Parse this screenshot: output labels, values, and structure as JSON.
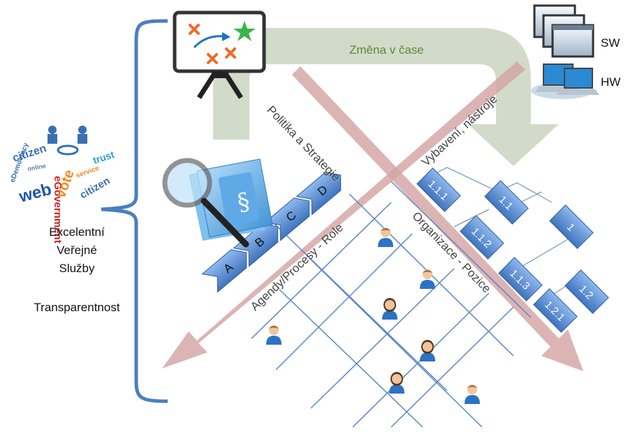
{
  "left_panel": {
    "line1": "Excelentní",
    "line2": "Veřejné",
    "line3": "Služby",
    "line4": "Transparentnost"
  },
  "change_label": "Změna v čase",
  "arrows": {
    "politics": "Politika a Strategie",
    "equipment": "Vybavení, nástroje",
    "agenda": "Agendy/Procesy - Role",
    "organization": "Organizace - Pozice"
  },
  "tech": {
    "sw": "SW",
    "hw": "HW"
  },
  "process_steps": [
    "A",
    "B",
    "C",
    "D"
  ],
  "org_boxes": [
    "1.1.1",
    "1.1.2",
    "1.1.3",
    "1.2.1",
    "1.1",
    "1.2",
    "1"
  ],
  "word_cloud": [
    "citizen",
    "eDemocracy",
    "web",
    "eGovernment",
    "vote",
    "trust",
    "service",
    "citizen",
    "online"
  ],
  "icons": [
    "strategy-board-icon",
    "monitor-stack-icon",
    "laptop-icon",
    "folder-magnifier-icon",
    "egov-cloud-icon",
    "person-icon"
  ],
  "colors": {
    "change_arrow": "#c8d3bd",
    "cross_arrows": "#d4a4a4",
    "blue": "#4a7ec0",
    "grid": "#4a7ec0",
    "change_text": "#5a8a3a"
  }
}
